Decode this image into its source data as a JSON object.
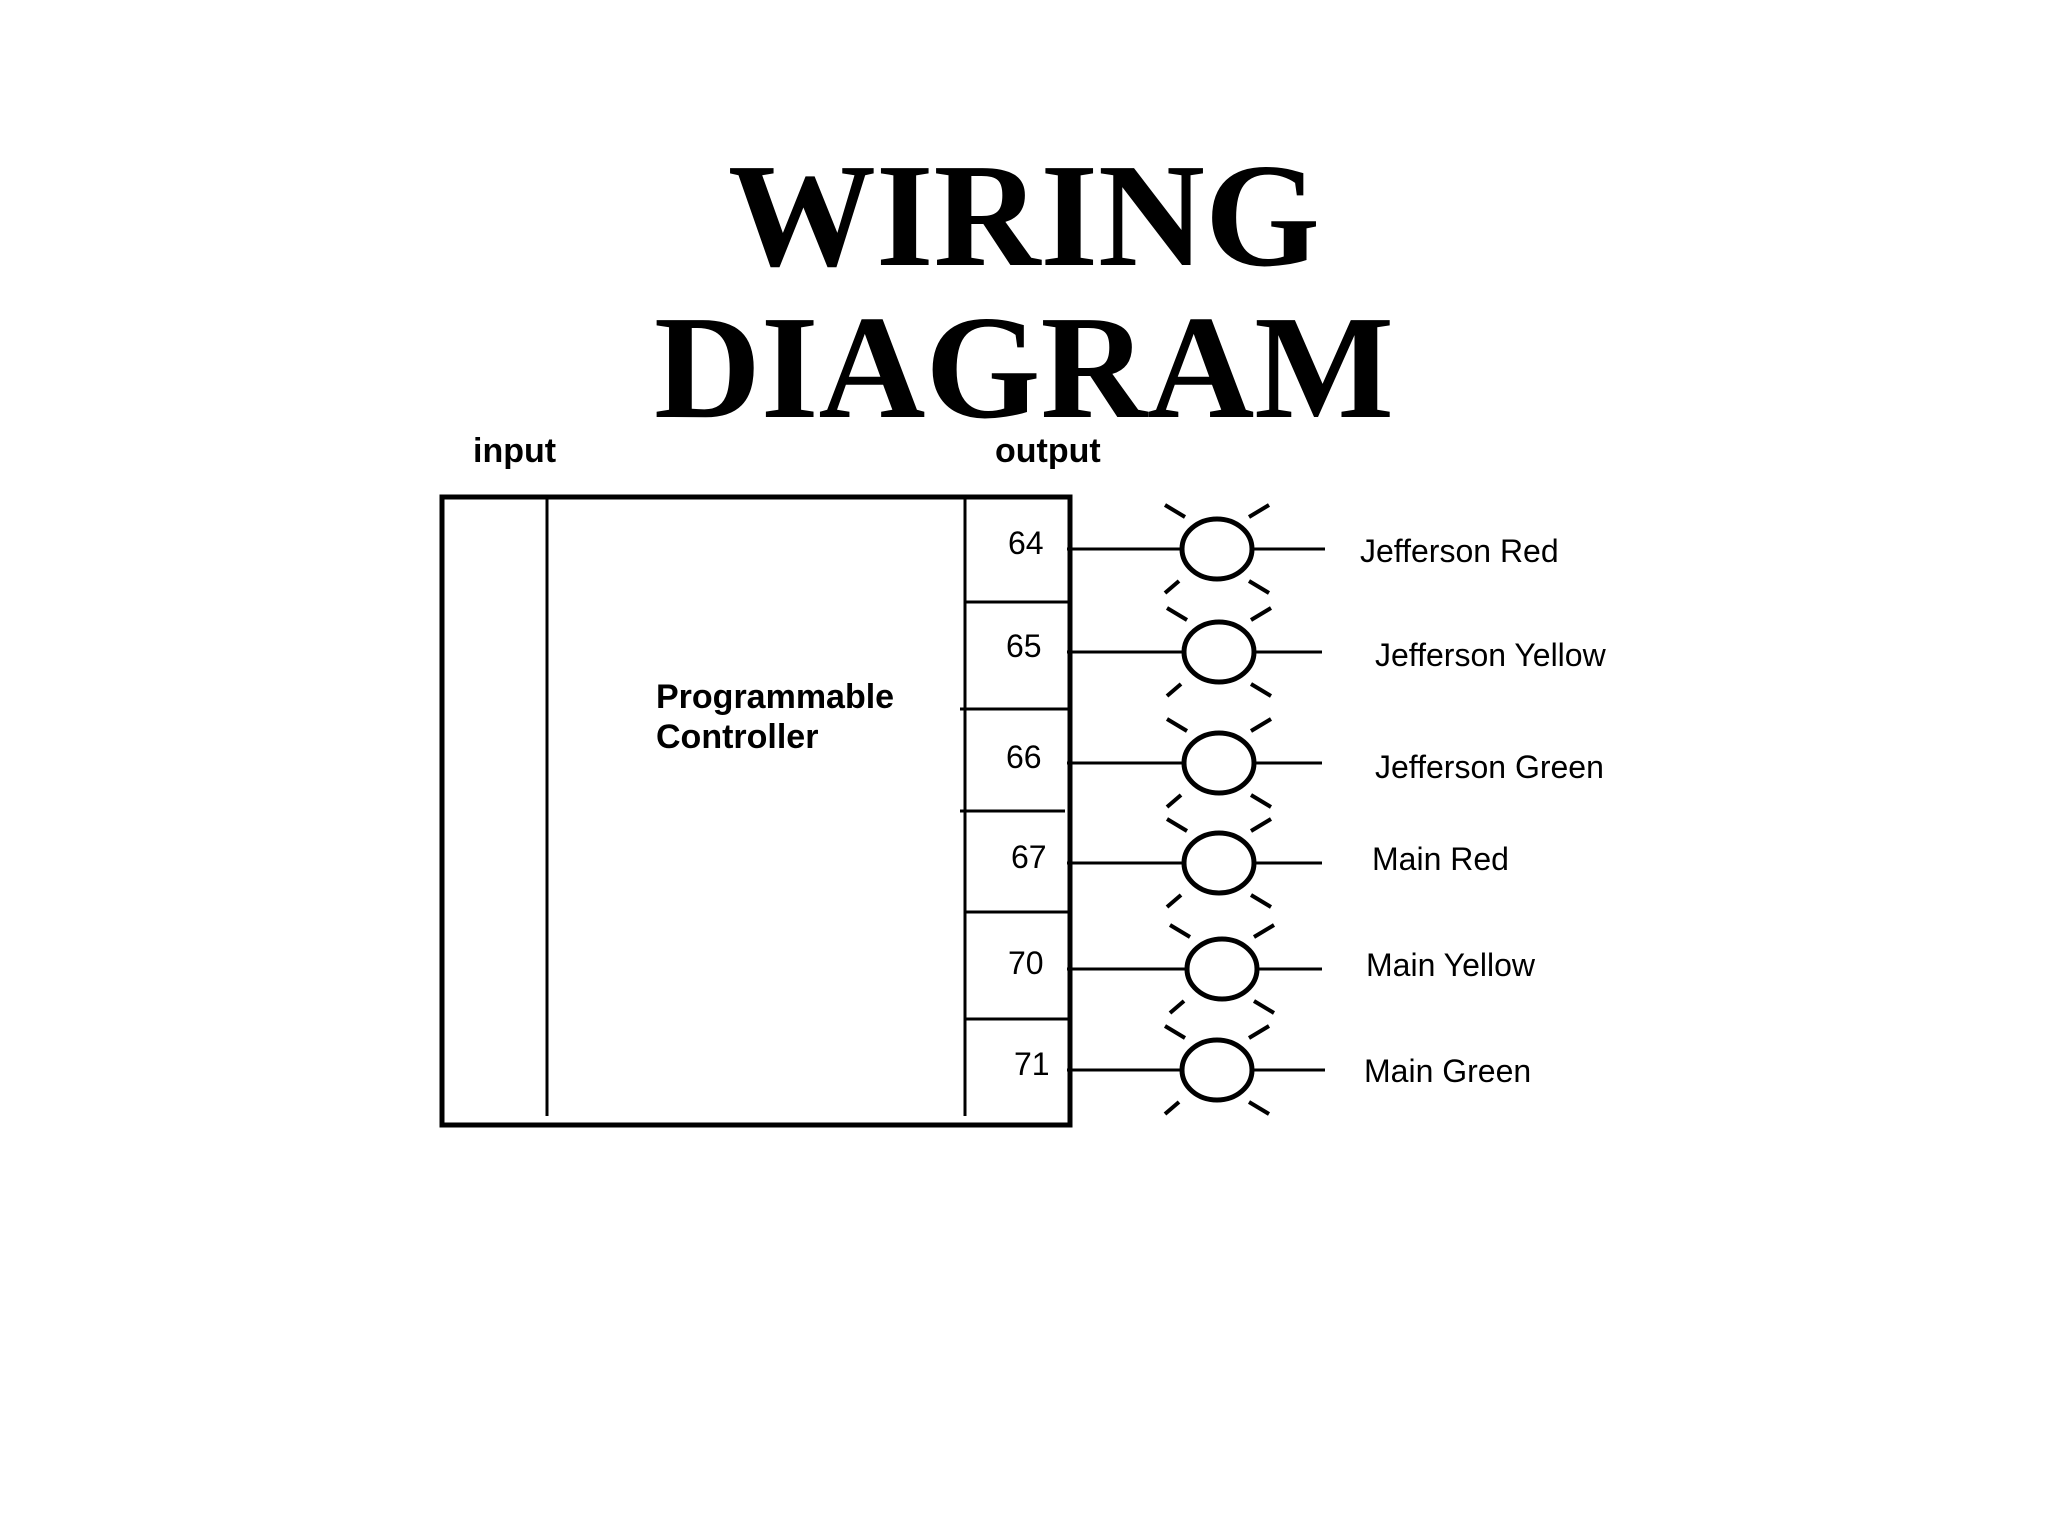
{
  "title": {
    "line1": "WIRING",
    "line2": "DIAGRAM"
  },
  "labels": {
    "input": "input",
    "output": "output",
    "controller_line1": "Programmable",
    "controller_line2": "Controller"
  },
  "outputs": [
    {
      "pin": "64",
      "lamp": "Jefferson Red"
    },
    {
      "pin": "65",
      "lamp": "Jefferson Yellow"
    },
    {
      "pin": "66",
      "lamp": "Jefferson Green"
    },
    {
      "pin": "67",
      "lamp": "Main Red"
    },
    {
      "pin": "70",
      "lamp": "Main Yellow"
    },
    {
      "pin": "71",
      "lamp": "Main Green"
    }
  ]
}
